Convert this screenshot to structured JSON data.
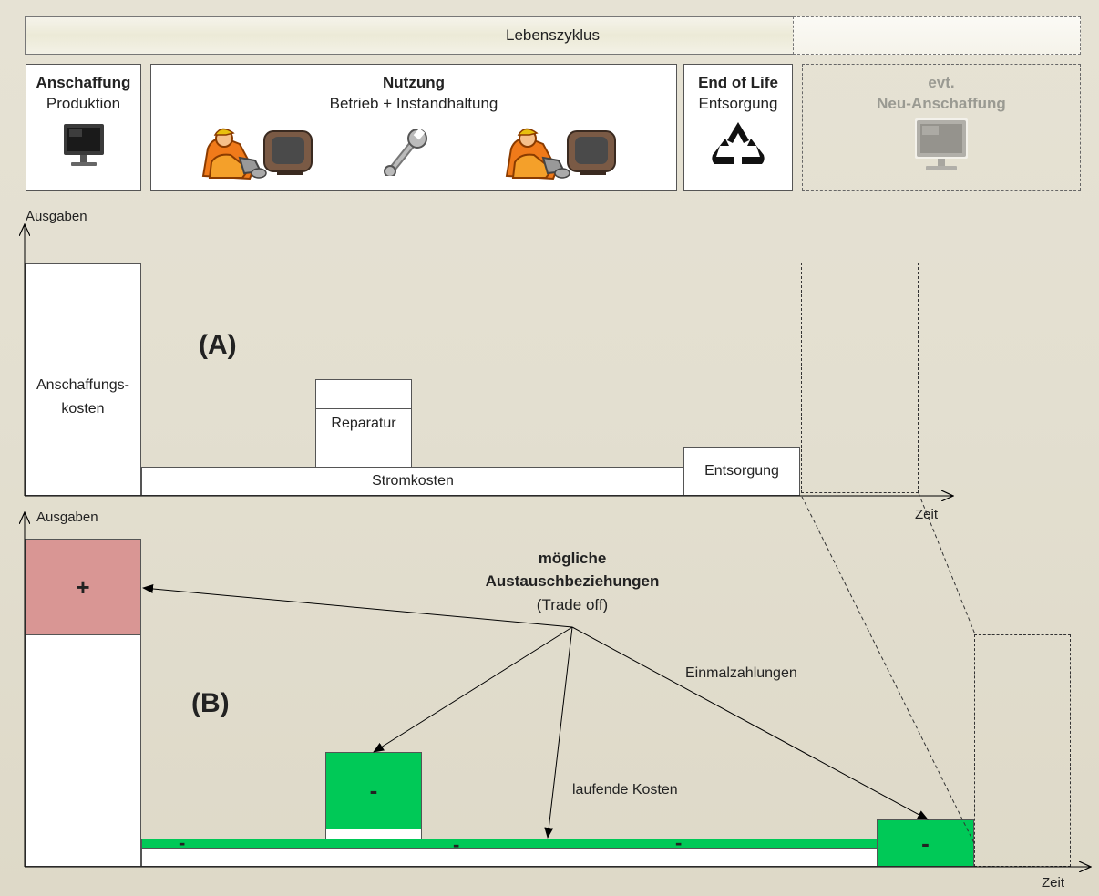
{
  "lifecycle": {
    "label": "Lebenszyklus"
  },
  "phases": {
    "acquisition": {
      "title": "Anschaffung",
      "subtitle": "Produktion"
    },
    "usage": {
      "title": "Nutzung",
      "subtitle": "Betrieb + Instandhaltung"
    },
    "end_of_life": {
      "title": "End of Life",
      "subtitle": "Entsorgung"
    },
    "new_acquisition": {
      "title": "evt.",
      "subtitle": "Neu-Anschaffung"
    }
  },
  "chart_a": {
    "ylabel": "Ausgaben",
    "xlabel": "Zeit",
    "tag": "(A)",
    "acquisition_cost": "Anschaffungs-\nkosten",
    "repair": "Reparatur",
    "electricity": "Stromkosten",
    "disposal": "Entsorgung"
  },
  "chart_b": {
    "ylabel": "Ausgaben",
    "xlabel": "Zeit",
    "tag": "(B)",
    "plus": "+",
    "minus": "-",
    "tradeoff_title": "mögliche\nAustauschbeziehungen",
    "tradeoff_sub": "(Trade off)",
    "one_time": "Einmalzahlungen",
    "running": "laufende Kosten"
  },
  "colors": {
    "increase": "#d99694",
    "decrease": "#00c957",
    "background": "#e4e0d1"
  }
}
